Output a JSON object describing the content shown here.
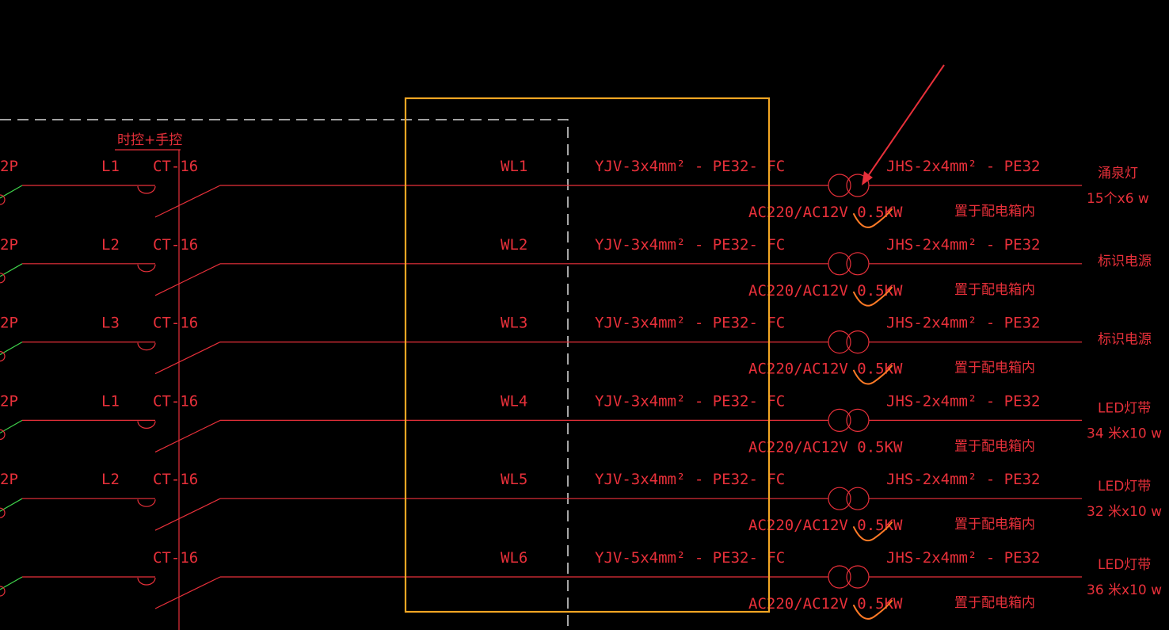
{
  "header_label": "时控+手控",
  "colors": {
    "wire": "#e8303a",
    "highlight_box": "#f2a623",
    "dashed_boundary": "#ffffff",
    "green_wire": "#3fd24b",
    "annotation": "#ff7a26"
  },
  "circuits": [
    {
      "pole": "2P",
      "phase": "L1",
      "breaker": "CT-16",
      "circuit": "WL1",
      "cable": "YJV-3x4mm² - PE32- FC",
      "transformer": "AC220/AC12V 0.5KW",
      "out_cable": "JHS-2x4mm² - PE32",
      "location": "置于配电箱内",
      "load": [
        "涌泉灯",
        "15个x6 w"
      ],
      "checked": true
    },
    {
      "pole": "2P",
      "phase": "L2",
      "breaker": "CT-16",
      "circuit": "WL2",
      "cable": "YJV-3x4mm² - PE32- FC",
      "transformer": "AC220/AC12V 0.5KW",
      "out_cable": "JHS-2x4mm² - PE32",
      "location": "置于配电箱内",
      "load": [
        "标识电源"
      ],
      "checked": true
    },
    {
      "pole": "2P",
      "phase": "L3",
      "breaker": "CT-16",
      "circuit": "WL3",
      "cable": "YJV-3x4mm² - PE32- FC",
      "transformer": "AC220/AC12V 0.5KW",
      "out_cable": "JHS-2x4mm² - PE32",
      "location": "置于配电箱内",
      "load": [
        "标识电源"
      ],
      "checked": true
    },
    {
      "pole": "2P",
      "phase": "L1",
      "breaker": "CT-16",
      "circuit": "WL4",
      "cable": "YJV-3x4mm² - PE32- FC",
      "transformer": "AC220/AC12V 0.5KW",
      "out_cable": "JHS-2x4mm² - PE32",
      "location": "置于配电箱内",
      "load": [
        "LED灯带",
        "34 米x10 w"
      ],
      "checked": false
    },
    {
      "pole": "2P",
      "phase": "L2",
      "breaker": "CT-16",
      "circuit": "WL5",
      "cable": "YJV-3x4mm² - PE32- FC",
      "transformer": "AC220/AC12V 0.5KW",
      "out_cable": "JHS-2x4mm² - PE32",
      "location": "置于配电箱内",
      "load": [
        "LED灯带",
        "32 米x10 w"
      ],
      "checked": true
    },
    {
      "pole": "",
      "phase": "",
      "breaker": "CT-16",
      "circuit": "WL6",
      "cable": "YJV-5x4mm² - PE32- FC",
      "transformer": "AC220/AC12V 0.5KW",
      "out_cable": "JHS-2x4mm² - PE32",
      "location": "置于配电箱内",
      "load": [
        "LED灯带",
        "36 米x10 w"
      ],
      "checked": true
    }
  ]
}
